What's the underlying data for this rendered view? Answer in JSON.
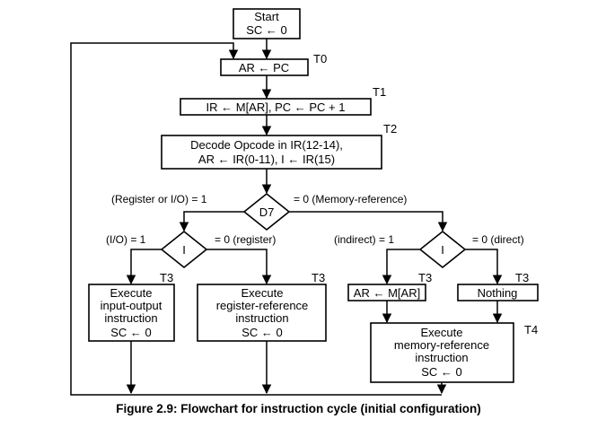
{
  "nodes": {
    "start": [
      "Start",
      "SC ← 0"
    ],
    "fetch_ar": [
      "AR ← PC"
    ],
    "fetch_ir": [
      "IR ← M[AR],  PC ← PC + 1"
    ],
    "decode": [
      "Decode Opcode in IR(12-14),",
      "AR ← IR(0-11),   I ← IR(15)"
    ],
    "d7_decision": "D7",
    "i_left_decision": "I",
    "i_right_decision": "I",
    "exec_io": [
      "Execute",
      "input-output",
      "instruction",
      "SC ←  0"
    ],
    "exec_reg": [
      "Execute",
      "register-reference",
      "instruction",
      "SC ←  0"
    ],
    "ar_mar": [
      "AR ← M[AR]"
    ],
    "nothing": [
      "Nothing"
    ],
    "exec_mem": [
      "Execute",
      "memory-reference",
      "instruction",
      "SC ←  0"
    ]
  },
  "timing": {
    "t0": "T0",
    "t1": "T1",
    "t2": "T2",
    "t3_io": "T3",
    "t3_reg": "T3",
    "t3_ar": "T3",
    "t3_nothing": "T3",
    "t4": "T4"
  },
  "edge_labels": {
    "d7_true": "(Register or I/O) = 1",
    "d7_false": "= 0 (Memory-reference)",
    "i_left_true": "(I/O) = 1",
    "i_left_false": "= 0 (register)",
    "i_right_true": "(indirect) = 1",
    "i_right_false": "= 0 (direct)"
  },
  "caption": "Figure 2.9: Flowchart for instruction cycle (initial configuration)"
}
